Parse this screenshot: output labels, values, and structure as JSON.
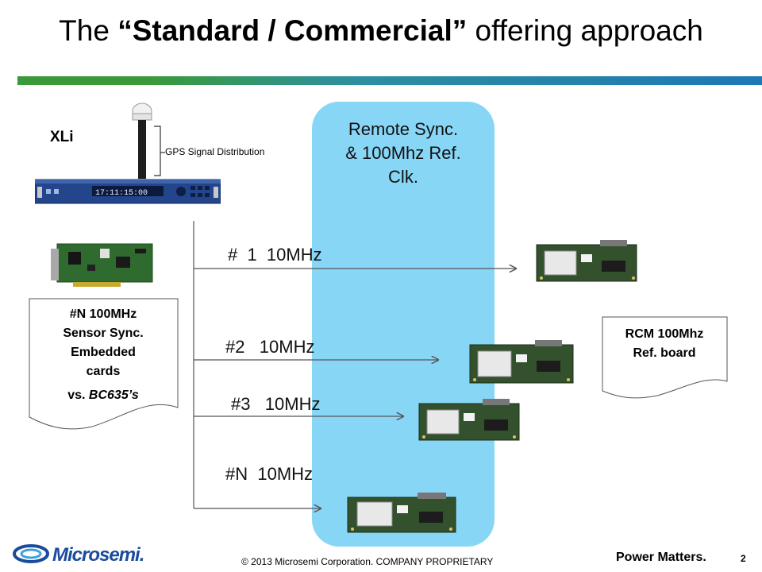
{
  "title": {
    "prefix": "The ",
    "emphasis": "“Standard / Commercial”",
    "suffix": "  offering approach"
  },
  "xli": {
    "label": "XLi",
    "gps_label": "GPS Signal Distribution",
    "display": "17:11:15:00"
  },
  "panel": {
    "line1": "Remote Sync.",
    "line2": "& 100Mhz Ref.",
    "line3": "Clk."
  },
  "links": [
    {
      "label": "#  1  10MHz"
    },
    {
      "label": "#2   10MHz"
    },
    {
      "label": "#3   10MHz"
    },
    {
      "label": "#N  10MHz"
    }
  ],
  "left_note": {
    "line1": "#N  100MHz",
    "line2": "Sensor Sync.",
    "line3": "Embedded",
    "line4": "cards",
    "line5_prefix": "vs. ",
    "line5_italic": "BC635’s"
  },
  "right_note": {
    "line1": "RCM 100Mhz",
    "line2": "Ref. board"
  },
  "footer": {
    "logo": "Microsemi.",
    "copyright": "© 2013 Microsemi Corporation. COMPANY PROPRIETARY",
    "tagline": "Power Matters.",
    "page_number": "2"
  },
  "colors": {
    "panel": "#88d6f6",
    "title_bar_green": "#3a9a3a",
    "title_bar_blue": "#1e78b5",
    "logo_blue": "#1a4c9c",
    "pcb_green": "#2f4a2a"
  }
}
